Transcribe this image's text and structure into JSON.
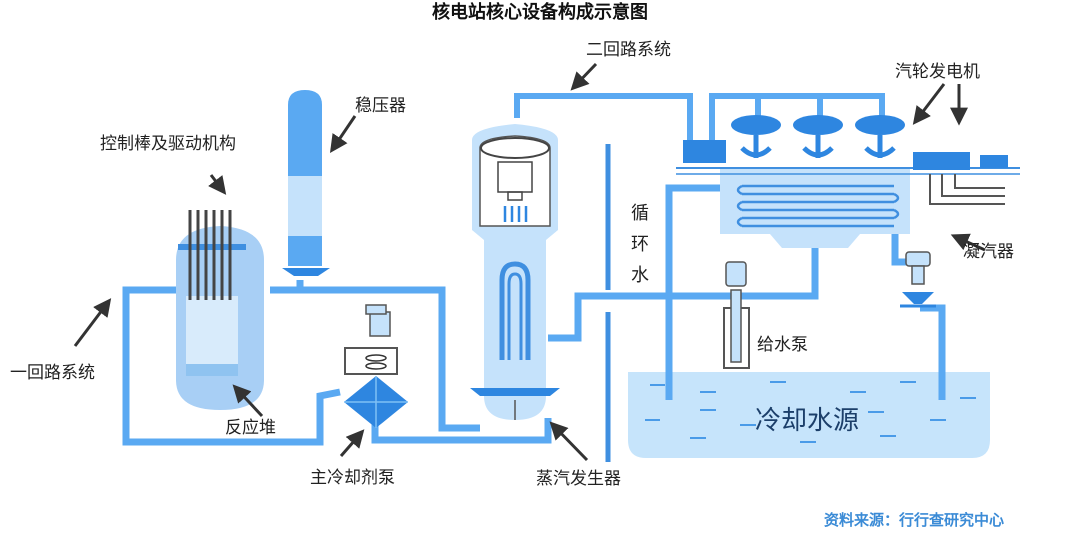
{
  "title": "核电站核心设备构成示意图",
  "labels": {
    "control_rods": "控制棒及驱动机构",
    "pressurizer": "稳压器",
    "secondary_loop": "二回路系统",
    "turbine_generator": "汽轮发电机",
    "circulating_water": "循环水",
    "condenser": "凝汽器",
    "primary_loop": "一回路系统",
    "reactor": "反应堆",
    "main_pump": "主冷却剂泵",
    "steam_generator": "蒸汽发生器",
    "feed_pump": "给水泵",
    "cooling_source": "冷却水源"
  },
  "source": "资料来源：行行查研究中心",
  "colors": {
    "pipe": "#5aa9f2",
    "light_fill": "#c5e2fb",
    "water": "#bfe0fa",
    "dark_blue": "#2e86e0",
    "arrow": "#333333"
  }
}
